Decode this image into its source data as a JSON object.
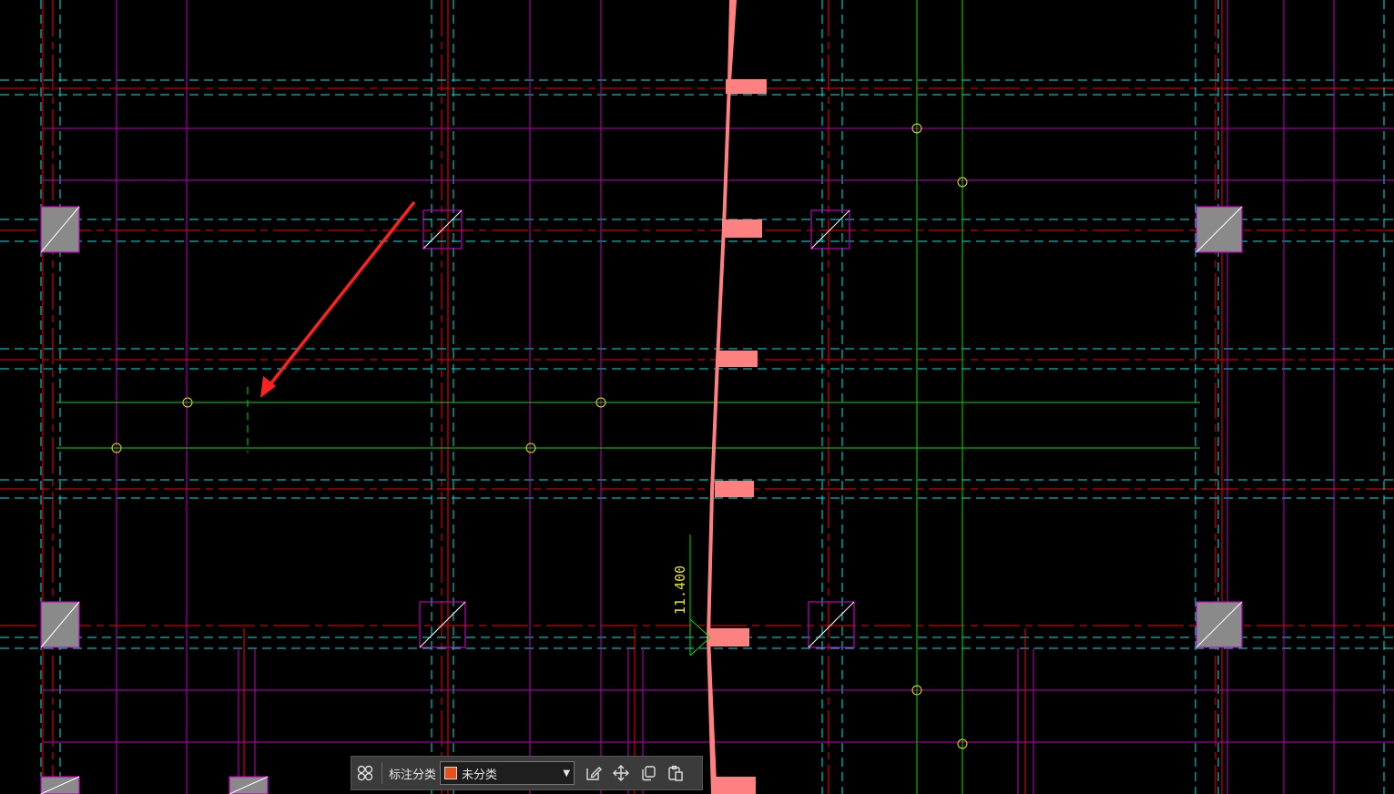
{
  "drawing": {
    "elevation_label": "11.400",
    "colors": {
      "background": "#000000",
      "axis_red": "#ff0000",
      "beam_cyan": "#00e6e6",
      "wall_magenta": "#c000c0",
      "grid_green": "#00dd00",
      "column_fill": "#8a8a8a",
      "profile_fill": "#ff8080",
      "dimension_yellow": "#e6e600",
      "arrow": "#ff2020"
    }
  },
  "toolbar": {
    "grid_icon": "four-circles-icon",
    "category_label": "标注分类",
    "category_value": "未分类",
    "category_color": "#e8501a",
    "edit_icon": "edit-icon",
    "move_icon": "move-icon",
    "copy_icon": "copy-icon",
    "paste_icon": "paste-icon"
  }
}
